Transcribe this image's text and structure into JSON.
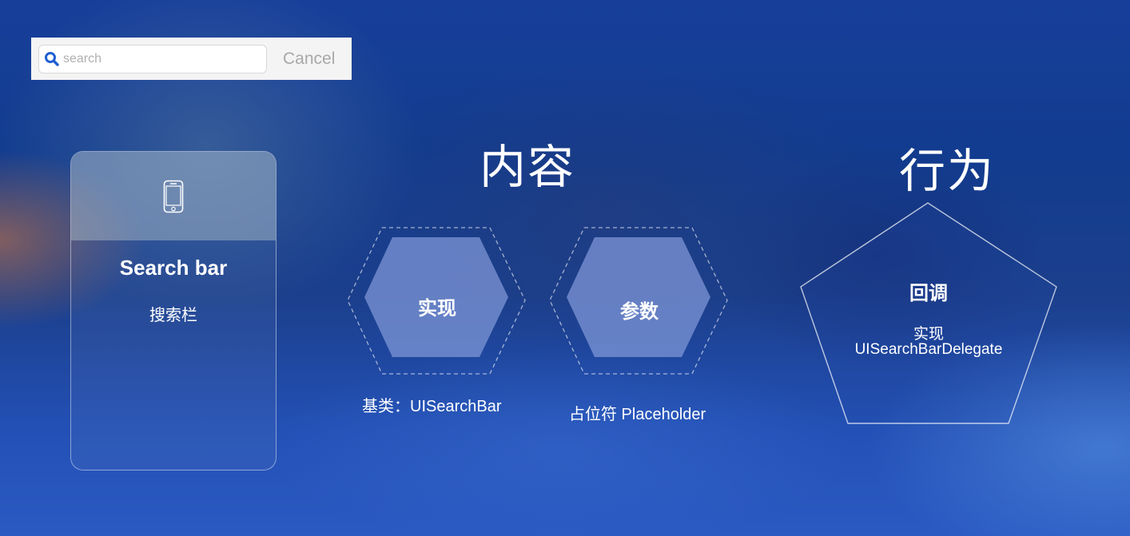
{
  "search_bar": {
    "placeholder": "search",
    "cancel_label": "Cancel",
    "icon": "search-icon"
  },
  "card": {
    "icon": "phone-icon",
    "title": "Search bar",
    "subtitle": "搜索栏"
  },
  "content_section": {
    "heading": "内容",
    "items": [
      {
        "label": "实现",
        "caption": "基类：UISearchBar"
      },
      {
        "label": "参数",
        "caption": "占位符 Placeholder"
      }
    ]
  },
  "behavior_section": {
    "heading": "行为",
    "title": "回调",
    "line1": "实现",
    "line2": "UISearchBarDelegate"
  },
  "colors": {
    "background": "#1b3f8c",
    "search_icon": "#1f5fd0",
    "hex_fill": "#7f9ad6"
  }
}
